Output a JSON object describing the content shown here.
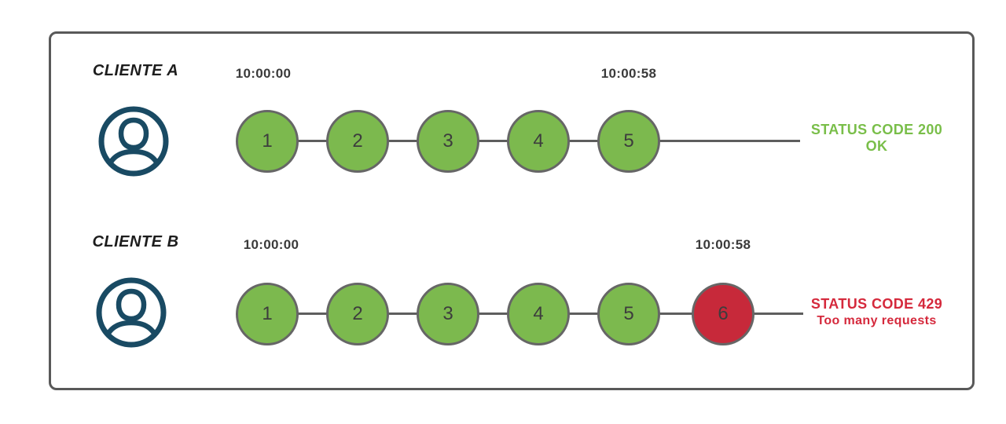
{
  "icons": {
    "client": "user-in-circle-icon"
  },
  "colors": {
    "allowed": "#7CB94E",
    "blocked": "#C7293A",
    "status_ok_text": "#79BE49",
    "status_error_text": "#D5293C",
    "avatar": "#194A63",
    "line": "#5E5E5E",
    "circle_border": "#666666",
    "frame_border": "#595959",
    "text_dark": "#3A3A3A"
  },
  "rows": [
    {
      "client_label": "CLIENTE A",
      "start_time": "10:00:00",
      "end_time": "10:00:58",
      "requests": [
        {
          "label": "1",
          "state": "allowed"
        },
        {
          "label": "2",
          "state": "allowed"
        },
        {
          "label": "3",
          "state": "allowed"
        },
        {
          "label": "4",
          "state": "allowed"
        },
        {
          "label": "5",
          "state": "allowed"
        }
      ],
      "status": {
        "line1": "STATUS CODE 200",
        "line2": "OK"
      }
    },
    {
      "client_label": "CLIENTE B",
      "start_time": "10:00:00",
      "end_time": "10:00:58",
      "requests": [
        {
          "label": "1",
          "state": "allowed"
        },
        {
          "label": "2",
          "state": "allowed"
        },
        {
          "label": "3",
          "state": "allowed"
        },
        {
          "label": "4",
          "state": "allowed"
        },
        {
          "label": "5",
          "state": "allowed"
        },
        {
          "label": "6",
          "state": "blocked"
        }
      ],
      "status": {
        "line1": "STATUS CODE 429",
        "line2": "Too many requests"
      }
    }
  ]
}
